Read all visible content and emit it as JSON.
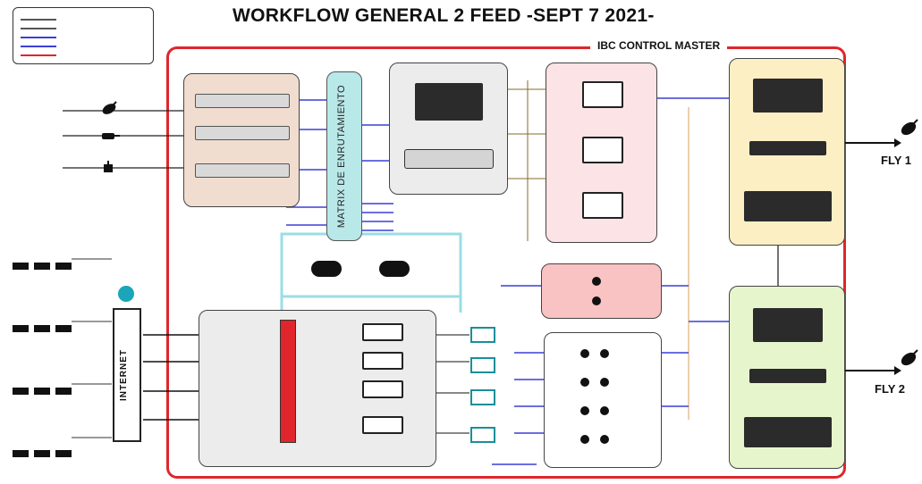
{
  "title": "WORKFLOW GENERAL 2 FEED -SEPT 7 2021-",
  "master_label": "IBC CONTROL MASTER",
  "matrix_label": "MATRIX DE ENRUTAMIENTO",
  "internet_label": "INTERNET",
  "fly1": "FLY 1",
  "fly2": "FLY 2",
  "colors": {
    "master_border": "#e0262b",
    "distribution_fill": "#f1ddd0",
    "servers_fill": "#ececec",
    "audio_fill": "#fce3e6",
    "feed1_fill": "#fdefc4",
    "feed2_fill": "#e7f5cd",
    "graficacion_fill": "#f9c3c3",
    "matrix_fill": "#b9e8e9",
    "conversion_fill": "#e0262b",
    "link_blue": "#3c3fd6"
  }
}
